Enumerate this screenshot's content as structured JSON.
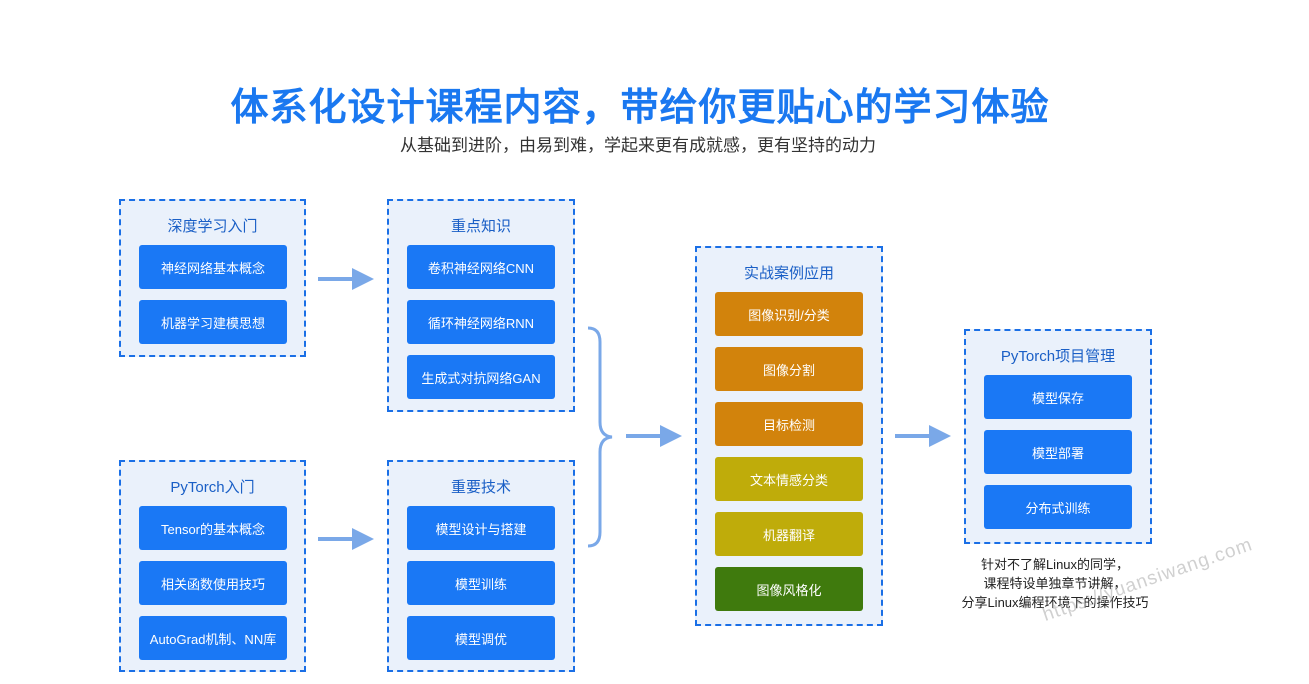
{
  "header": {
    "title": "体系化设计课程内容，带给你更贴心的学习体验",
    "subtitle": "从基础到进阶，由易到难，学起来更有成就感，更有坚持的动力"
  },
  "groups": {
    "deep_learning_intro": {
      "title": "深度学习入门",
      "items": [
        "神经网络基本概念",
        "机器学习建模思想"
      ]
    },
    "pytorch_intro": {
      "title": "PyTorch入门",
      "items": [
        "Tensor的基本概念",
        "相关函数使用技巧",
        "AutoGrad机制、NN库"
      ]
    },
    "key_knowledge": {
      "title": "重点知识",
      "items": [
        "卷积神经网络CNN",
        "循环神经网络RNN",
        "生成式对抗网络GAN"
      ]
    },
    "key_techniques": {
      "title": "重要技术",
      "items": [
        "模型设计与搭建",
        "模型训练",
        "模型调优"
      ]
    },
    "practical_cases": {
      "title": "实战案例应用",
      "items": [
        "图像识别/分类",
        "图像分割",
        "目标检测",
        "文本情感分类",
        "机器翻译",
        "图像风格化"
      ]
    },
    "project_management": {
      "title": "PyTorch项目管理",
      "items": [
        "模型保存",
        "模型部署",
        "分布式训练"
      ]
    }
  },
  "note": {
    "line1": "针对不了解Linux的同学，",
    "line2": "课程特设单独章节讲解，",
    "line3": "分享Linux编程环境下的操作技巧"
  },
  "watermark": "https://yuansiwang.com",
  "colors": {
    "accent_blue": "#1a78f5",
    "title_blue": "#1a78f0",
    "orange": "#d2830c",
    "olive": "#bfac0a",
    "green": "#3f7a0d",
    "arrow": "#7aa8e8",
    "group_bg": "#eaf1fb"
  }
}
